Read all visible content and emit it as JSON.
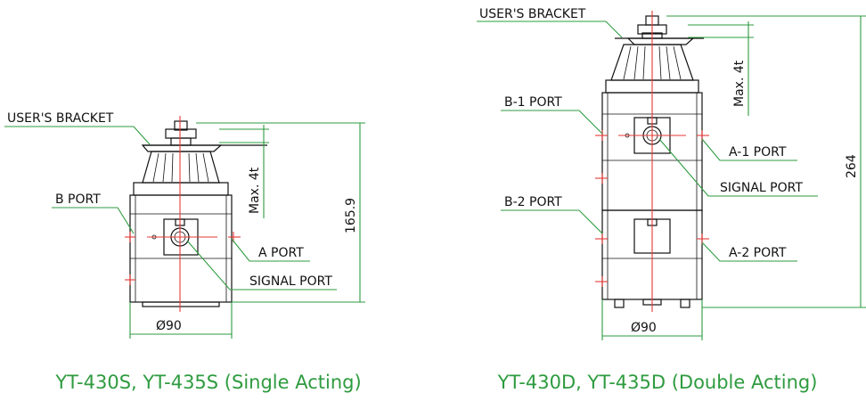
{
  "single": {
    "bracket_label": "USER'S BRACKET",
    "b_port_label": "B PORT",
    "a_port_label": "A PORT",
    "signal_port_label": "SIGNAL PORT",
    "max_label": "Max. 4t",
    "height_label": "165.9",
    "diameter_label": "Ø90",
    "caption": "YT-430S, YT-435S (Single Acting)"
  },
  "double": {
    "bracket_label": "USER'S BRACKET",
    "b1_port_label": "B-1 PORT",
    "b2_port_label": "B-2 PORT",
    "a1_port_label": "A-1 PORT",
    "a2_port_label": "A-2 PORT",
    "signal_port_label": "SIGNAL PORT",
    "max_label": "Max. 4t",
    "height_label": "264",
    "diameter_label": "Ø90",
    "caption": "YT-430D, YT-435D (Double Acting)"
  },
  "colors": {
    "drawing": "#111111",
    "centerline": "#e53935",
    "leader": "#2e9b3f",
    "caption": "#2e9b3f"
  }
}
